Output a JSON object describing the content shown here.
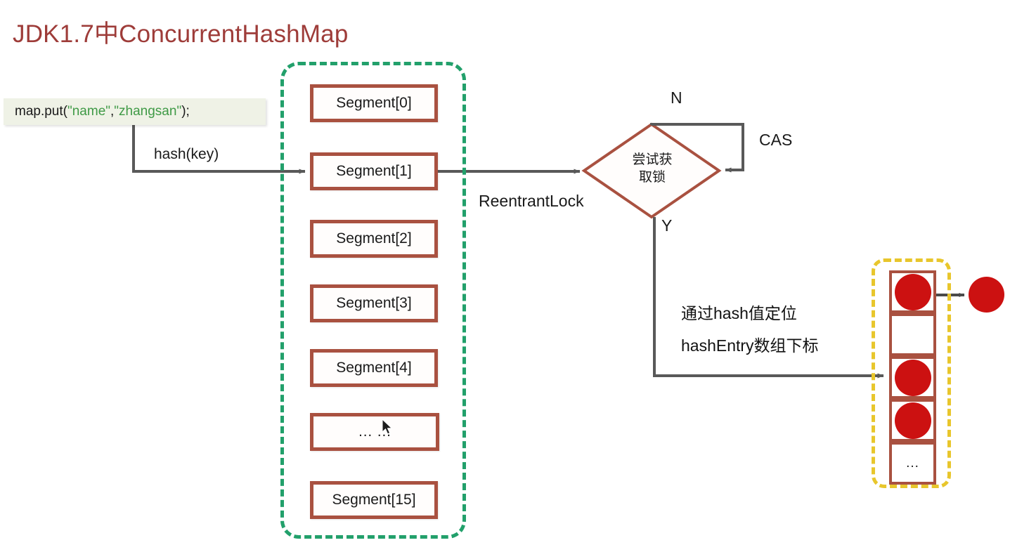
{
  "title": "JDK1.7中ConcurrentHashMap",
  "colors": {
    "title": "#9e3c39",
    "segment_border": "#a95140",
    "segment_container_border": "#22a06b",
    "entry_container_border": "#e8c62c",
    "node_fill": "#cc1111",
    "arrow": "#595959",
    "code_bg": "#eff2e6",
    "code_string": "#3f9a46"
  },
  "code": {
    "prefix": "map.put(",
    "arg1": "\"name\"",
    "comma": ",",
    "arg2": "\"zhangsan\"",
    "suffix": ");"
  },
  "labels": {
    "hash_key": "hash(key)",
    "reentrant_lock": "ReentrantLock",
    "branch_no": "N",
    "branch_yes": "Y",
    "cas": "CAS"
  },
  "decision": {
    "line1": "尝试获",
    "line2": "取锁"
  },
  "annotation": {
    "line1": "通过hash值定位",
    "line2": "hashEntry数组下标"
  },
  "segments": {
    "container_name": "segment-array",
    "items": [
      {
        "label": "Segment[0]",
        "name": "segment-0"
      },
      {
        "label": "Segment[1]",
        "name": "segment-1"
      },
      {
        "label": "Segment[2]",
        "name": "segment-2"
      },
      {
        "label": "Segment[3]",
        "name": "segment-3"
      },
      {
        "label": "Segment[4]",
        "name": "segment-4"
      },
      {
        "label": "… …",
        "name": "segment-ellipsis"
      },
      {
        "label": "Segment[15]",
        "name": "segment-15"
      }
    ]
  },
  "hash_entry": {
    "container_name": "hashentry-array",
    "cells": [
      {
        "filled": true,
        "label": ""
      },
      {
        "filled": false,
        "label": ""
      },
      {
        "filled": true,
        "label": ""
      },
      {
        "filled": true,
        "label": ""
      },
      {
        "filled": false,
        "label": "..."
      }
    ]
  }
}
